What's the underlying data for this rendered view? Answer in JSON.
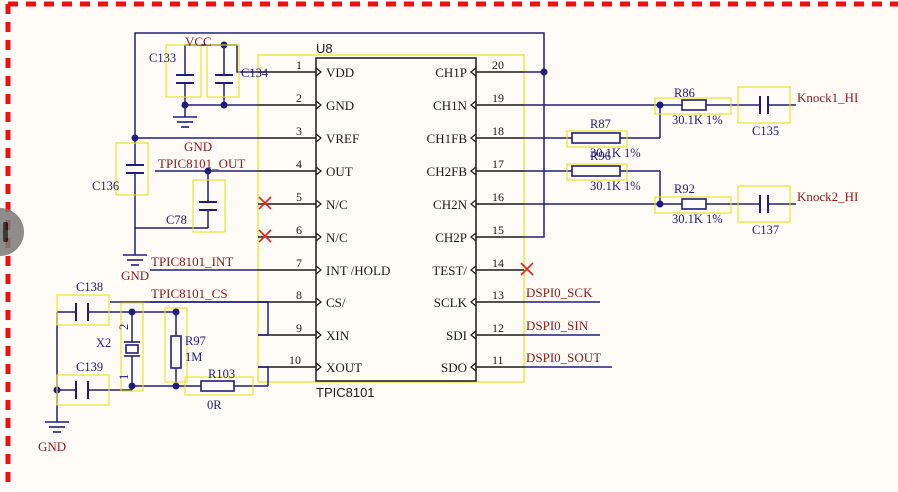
{
  "schematic": {
    "chip": {
      "designator": "U8",
      "part": "TPIC8101",
      "left_pins": [
        {
          "num": "1",
          "name": "VDD"
        },
        {
          "num": "2",
          "name": "GND"
        },
        {
          "num": "3",
          "name": "VREF"
        },
        {
          "num": "4",
          "name": "OUT"
        },
        {
          "num": "5",
          "name": "N/C"
        },
        {
          "num": "6",
          "name": "N/C"
        },
        {
          "num": "7",
          "name": "INT /HOLD"
        },
        {
          "num": "8",
          "name": "CS/"
        },
        {
          "num": "9",
          "name": "XIN"
        },
        {
          "num": "10",
          "name": "XOUT"
        }
      ],
      "right_pins": [
        {
          "num": "20",
          "name": "CH1P"
        },
        {
          "num": "19",
          "name": "CH1N"
        },
        {
          "num": "18",
          "name": "CH1FB"
        },
        {
          "num": "17",
          "name": "CH2FB"
        },
        {
          "num": "16",
          "name": "CH2N"
        },
        {
          "num": "15",
          "name": "CH2P"
        },
        {
          "num": "14",
          "name": "TEST/"
        },
        {
          "num": "13",
          "name": "SCLK"
        },
        {
          "num": "12",
          "name": "SDI"
        },
        {
          "num": "11",
          "name": "SDO"
        }
      ]
    },
    "net_labels": {
      "vcc": "VCC",
      "gnd_top": "GND",
      "gnd_mid": "GND",
      "gnd_bot": "GND",
      "out": "TPIC8101_OUT",
      "int": "TPIC8101_INT",
      "cs": "TPIC8101_CS",
      "sck": "DSPI0_SCK",
      "sin": "DSPI0_SIN",
      "sout": "DSPI0_SOUT",
      "knock1": "Knock1_HI",
      "knock2": "Knock2_HI"
    },
    "components": {
      "c133": "C133",
      "c134": "C134",
      "c136": "C136",
      "c78": "C78",
      "c138": "C138",
      "c139": "C139",
      "x2": "X2",
      "x2_pin1": "1",
      "x2_pin2": "2",
      "r97": "R97",
      "r97_val": "1M",
      "r103": "R103",
      "r103_val": "0R",
      "r86": "R86",
      "r86_val": "30.1K 1%",
      "r87": "R87",
      "r87_val": "30.1K 1%",
      "r96": "R96",
      "r96_val": "30.1K 1%",
      "r92": "R92",
      "r92_val": "30.1K 1%",
      "c135": "C135",
      "c137": "C137"
    },
    "colors": {
      "wire": "#1e1e7a",
      "net": "#8b1a1a",
      "highlight": "#e6e21a",
      "nc_mark": "#e82020",
      "frame": "#ee1111",
      "background": "#fffcf7"
    }
  }
}
